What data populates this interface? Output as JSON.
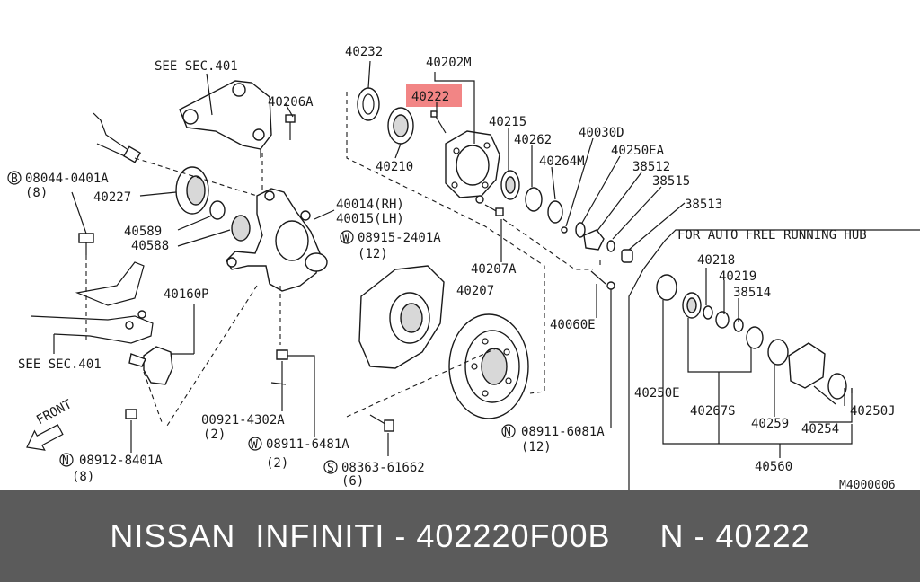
{
  "highlight_color": "#f07070",
  "footer": {
    "text": "NISSAN  INFINITI - 402220F00B     N - 40222"
  },
  "diagram_code": "M4000006",
  "notes": {
    "see_sec_top": "SEE SEC.401",
    "see_sec_left": "SEE SEC.401",
    "auto_free": "FOR AUTO FREE RUNNING HUB",
    "front": "FRONT"
  },
  "labels": {
    "p40232": "40232",
    "p40202M": "40202M",
    "p40222": "40222",
    "p40206A": "40206A",
    "p40215": "40215",
    "p40030D": "40030D",
    "p40262": "40262",
    "p40250EA": "40250EA",
    "p40264M": "40264M",
    "p38512": "38512",
    "p38515": "38515",
    "p38513": "38513",
    "p40210": "40210",
    "b08044": "08044-0401A",
    "b08044_qty": "(8)",
    "p40227": "40227",
    "p40014": "40014(RH)",
    "p40015": "40015(LH)",
    "w08915": "08915-2401A",
    "w08915_qty": "(12)",
    "p40589": "40589",
    "p40588": "40588",
    "p40207A": "40207A",
    "p40160P": "40160P",
    "p40207": "40207",
    "p40218": "40218",
    "p40219": "40219",
    "p38514": "38514",
    "p40060E": "40060E",
    "p00921": "00921-4302A",
    "p00921_qty": "(2)",
    "w08911": "08911-6481A",
    "w08911_qty": "(2)",
    "n08912": "08912-8401A",
    "n08912_qty": "(8)",
    "s08363": "08363-61662",
    "s08363_qty": "(6)",
    "n08911": "08911-6081A",
    "n08911_qty": "(12)",
    "p40250E": "40250E",
    "p40267S": "40267S",
    "p40259": "40259",
    "p40250J": "40250J",
    "p40254": "40254",
    "p40560": "40560",
    "circ_B": "B",
    "circ_W": "W",
    "circ_N": "N",
    "circ_S": "S"
  }
}
